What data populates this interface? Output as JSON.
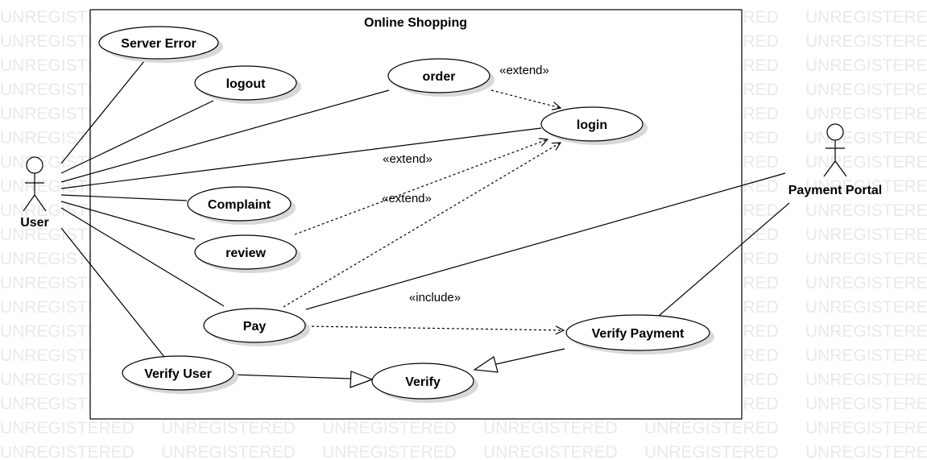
{
  "watermark_text": "UNREGISTERED",
  "system": {
    "title": "Online Shopping"
  },
  "actors": {
    "user": "User",
    "payment_portal": "Payment Portal"
  },
  "use_cases": {
    "server_error": "Server Error",
    "logout": "logout",
    "order": "order",
    "login": "login",
    "complaint": "Complaint",
    "review": "review",
    "pay": "Pay",
    "verify_payment": "Verify Payment",
    "verify_user": "Verify User",
    "verify": "Verify"
  },
  "stereotypes": {
    "order_login": "«extend»",
    "user_login": "«extend»",
    "review_login": "«extend»",
    "pay_verify_payment": "«include»"
  }
}
